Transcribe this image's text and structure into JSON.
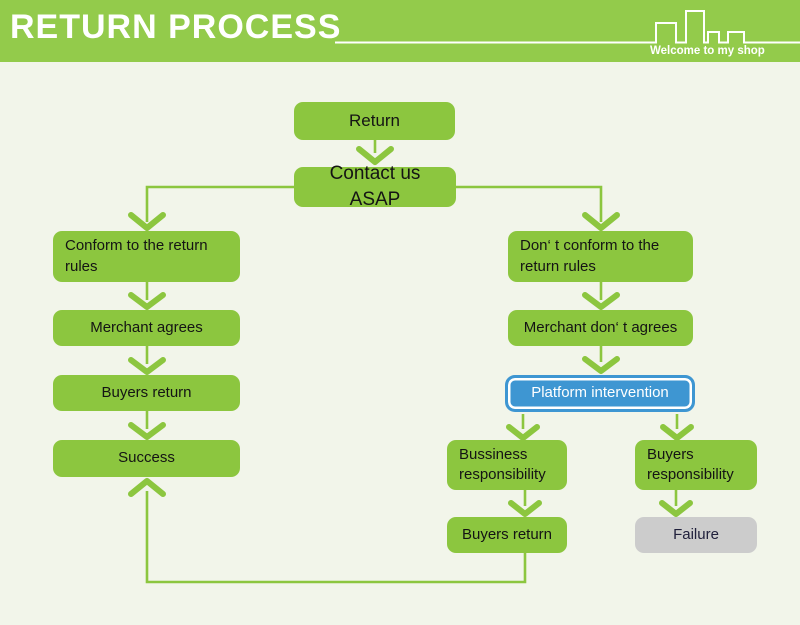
{
  "header": {
    "title": "RETURN PROCESS",
    "tagline": "Welcome to my shop",
    "icon": "city-skyline-icon",
    "bg_color": "#93CB4B",
    "text_color": "#FFFFFF"
  },
  "colors": {
    "page_background": "#F2F5EA",
    "node_green": "#8CC63F",
    "node_blue": "#3E96D2",
    "node_gray": "#CCCCCC",
    "connector_green": "#8CC63F",
    "node_text": "#141414",
    "blue_node_text": "#FFFFFF",
    "gray_node_text": "#20203C"
  },
  "nodes": {
    "return": {
      "label": "Return"
    },
    "contact": {
      "label": "Contact us ASAP"
    },
    "conform": {
      "label": "Conform to the return rules"
    },
    "merchant_agrees": {
      "label": "Merchant agrees"
    },
    "buyers_return_left": {
      "label": "Buyers return"
    },
    "success": {
      "label": "Success"
    },
    "dont_conform": {
      "label": "Don‘ t conform to the return rules"
    },
    "merchant_dont_agrees": {
      "label": "Merchant don‘ t agrees"
    },
    "platform_intervention": {
      "label": "Platform intervention"
    },
    "bussiness_responsibility": {
      "label": "Bussiness responsibility"
    },
    "buyers_responsibility": {
      "label": "Buyers responsibility"
    },
    "buyers_return_bottom": {
      "label": "Buyers return"
    },
    "failure": {
      "label": "Failure"
    }
  },
  "edges": [
    {
      "from": "return",
      "to": "contact"
    },
    {
      "from": "contact",
      "to": "conform"
    },
    {
      "from": "contact",
      "to": "dont_conform"
    },
    {
      "from": "conform",
      "to": "merchant_agrees"
    },
    {
      "from": "merchant_agrees",
      "to": "buyers_return_left"
    },
    {
      "from": "buyers_return_left",
      "to": "success"
    },
    {
      "from": "dont_conform",
      "to": "merchant_dont_agrees"
    },
    {
      "from": "merchant_dont_agrees",
      "to": "platform_intervention"
    },
    {
      "from": "platform_intervention",
      "to": "bussiness_responsibility"
    },
    {
      "from": "platform_intervention",
      "to": "buyers_responsibility"
    },
    {
      "from": "bussiness_responsibility",
      "to": "buyers_return_bottom"
    },
    {
      "from": "buyers_responsibility",
      "to": "failure"
    },
    {
      "from": "buyers_return_bottom",
      "to": "success"
    }
  ]
}
